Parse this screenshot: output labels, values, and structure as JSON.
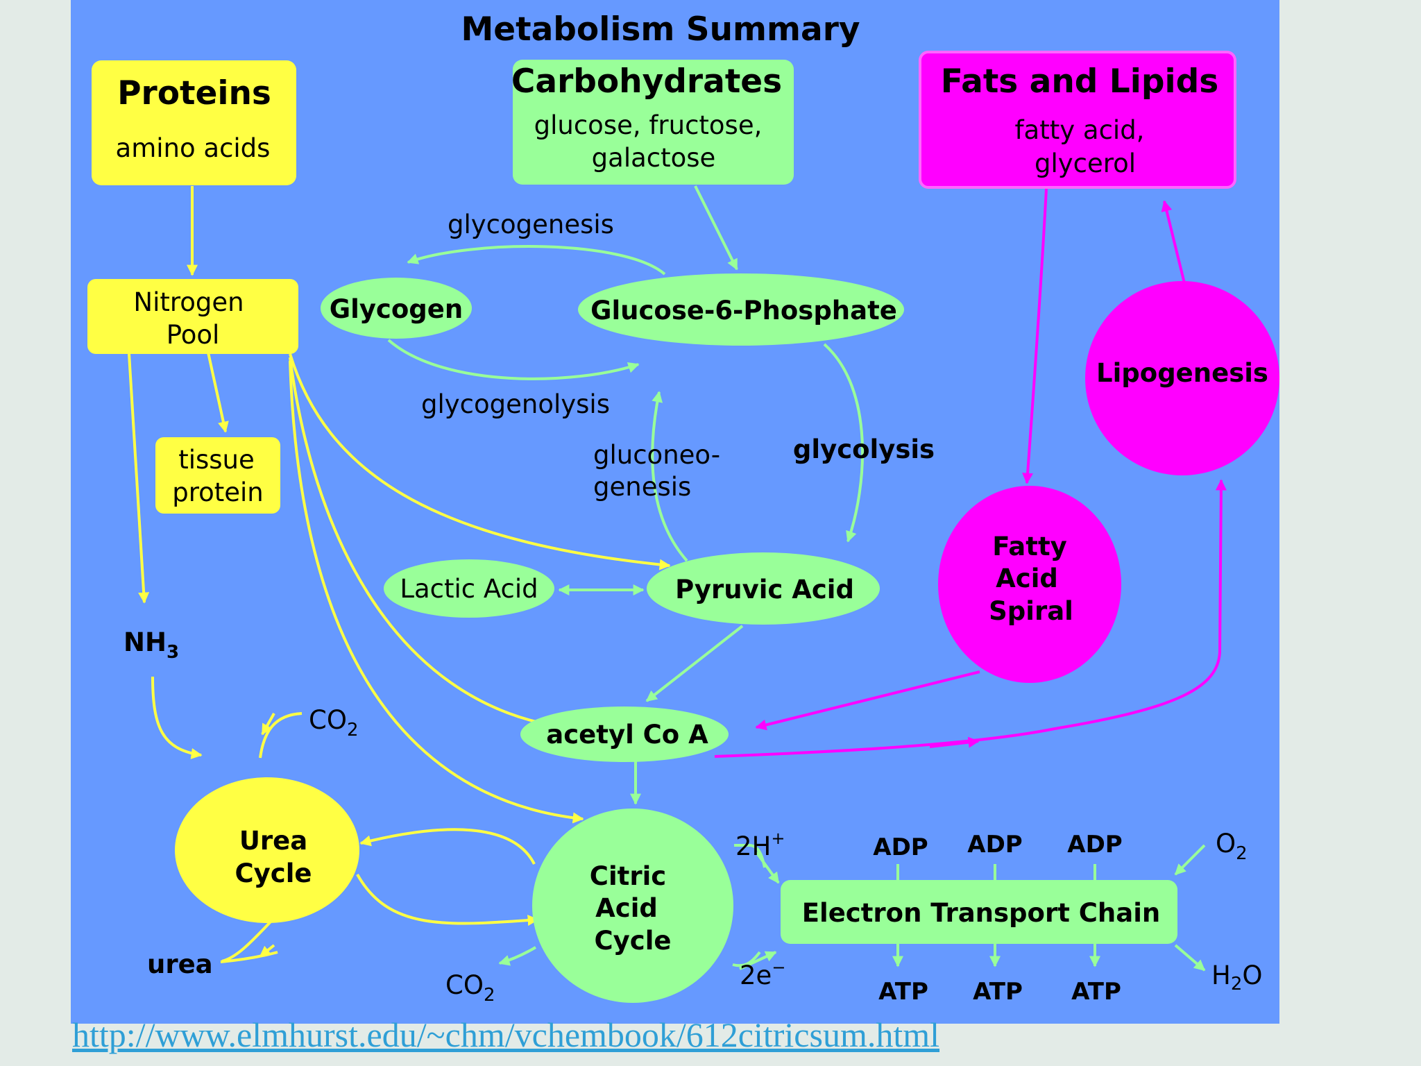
{
  "title": "Metabolism Summary",
  "colors": {
    "background": "#6699ff",
    "page": "#e3ebe7",
    "protein_yellow": "#ffff44",
    "carb_green": "#99ff99",
    "lipid_magenta": "#ff00ff",
    "link": "#2f9fd6"
  },
  "nodes": {
    "proteins": {
      "title": "Proteins",
      "subtitle": "amino acids"
    },
    "carbohydrates": {
      "title": "Carbohydrates",
      "subtitle_line1": "glucose, fructose,",
      "subtitle_line2": "galactose"
    },
    "fats_lipids": {
      "title": "Fats and Lipids",
      "subtitle_line1": "fatty acid,",
      "subtitle_line2": "glycerol"
    },
    "nitrogen_pool": {
      "line1": "Nitrogen",
      "line2": "Pool"
    },
    "tissue_protein": {
      "line1": "tissue",
      "line2": "protein"
    },
    "glycogen": "Glycogen",
    "glucose_6_phosphate": "Glucose-6-Phosphate",
    "lactic_acid": "Lactic Acid",
    "pyruvic_acid": "Pyruvic Acid",
    "acetyl_coa": "acetyl Co A",
    "lipogenesis": "Lipogenesis",
    "fatty_acid_spiral": {
      "line1": "Fatty",
      "line2": "Acid",
      "line3": "Spiral"
    },
    "urea_cycle": {
      "line1": "Urea",
      "line2": "Cycle"
    },
    "citric_acid_cycle": {
      "line1": "Citric",
      "line2": "Acid",
      "line3": "Cycle"
    },
    "electron_transport_chain": "Electron Transport Chain"
  },
  "labels": {
    "glycogenesis": "glycogenesis",
    "glycogenolysis": "glycogenolysis",
    "gluconeogenesis_line1": "gluconeo-",
    "gluconeogenesis_line2": "genesis",
    "glycolysis": "glycolysis",
    "nh3": "NH",
    "nh3_sub": "3",
    "co2_urea": "CO",
    "co2_urea_sub": "2",
    "co2_citric": "CO",
    "co2_citric_sub": "2",
    "urea": "urea",
    "two_h_plus": "2H",
    "two_h_plus_sup": "+",
    "two_e_minus": "2e",
    "two_e_minus_sup": "−",
    "adp": [
      "ADP",
      "ADP",
      "ADP"
    ],
    "atp": [
      "ATP",
      "ATP",
      "ATP"
    ],
    "o2": "O",
    "o2_sub": "2",
    "h2o_h": "H",
    "h2o_sub": "2",
    "h2o_o": "O"
  },
  "source_url": "http://www.elmhurst.edu/~chm/vchembook/612citricsum.html"
}
